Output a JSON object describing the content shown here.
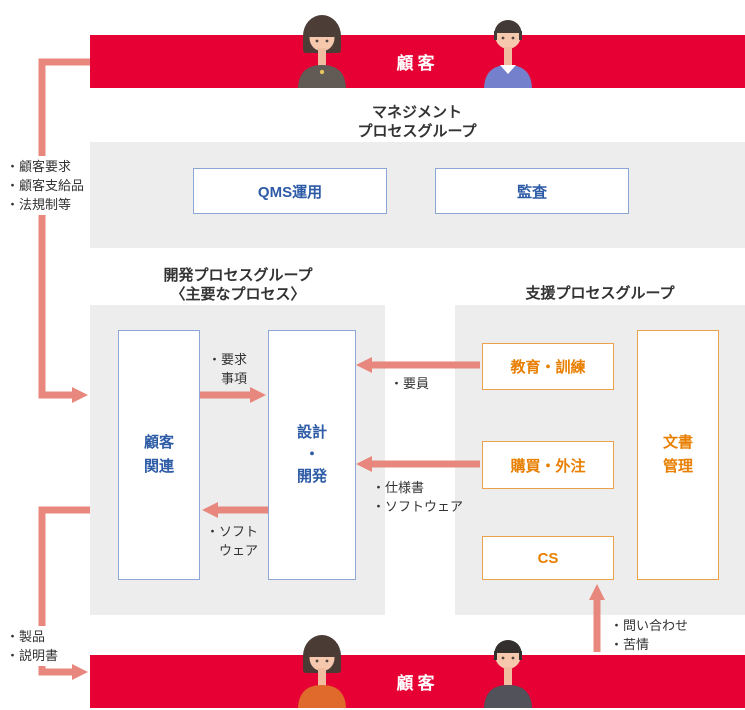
{
  "colors": {
    "red": "#e60033",
    "panel": "#ededed",
    "blue_border": "#8ca6d5",
    "blue_text": "#2d5ba6",
    "orange_border": "#eba14c",
    "orange_text": "#e87f00",
    "arrow": "#e8877d",
    "text": "#333333"
  },
  "banners": {
    "top": {
      "label": "顧客"
    },
    "bottom": {
      "label": "顧客"
    }
  },
  "icons": {
    "top_left": "woman-customer-icon",
    "top_right": "man-customer-icon",
    "bottom_left": "woman-customer-icon",
    "bottom_right": "man-customer-icon"
  },
  "management": {
    "title": "マネジメント\nプロセスグループ",
    "boxes": [
      {
        "label": "QMS運用"
      },
      {
        "label": "監査"
      }
    ]
  },
  "development": {
    "title": "開発プロセスグループ\n〈主要なプロセス〉",
    "boxes": [
      {
        "label": "顧客\n関連"
      },
      {
        "label": "設計\n・\n開発"
      }
    ]
  },
  "support": {
    "title": "支援プロセスグループ",
    "boxes": [
      {
        "label": "教育・訓練"
      },
      {
        "label": "購買・外注"
      },
      {
        "label": "CS"
      },
      {
        "label": "文書\n管理"
      }
    ]
  },
  "annotations": {
    "customer_inputs": "・顧客要求\n・顧客支給品\n・法規制等",
    "requirements": "・要求\n　事項",
    "software_output": "・ソフト\n　ウェア",
    "personnel": "・要員",
    "spec_software": "・仕様書\n・ソフトウェア",
    "products": "・製品\n・説明書",
    "inquiries": "・問い合わせ\n・苦情"
  }
}
